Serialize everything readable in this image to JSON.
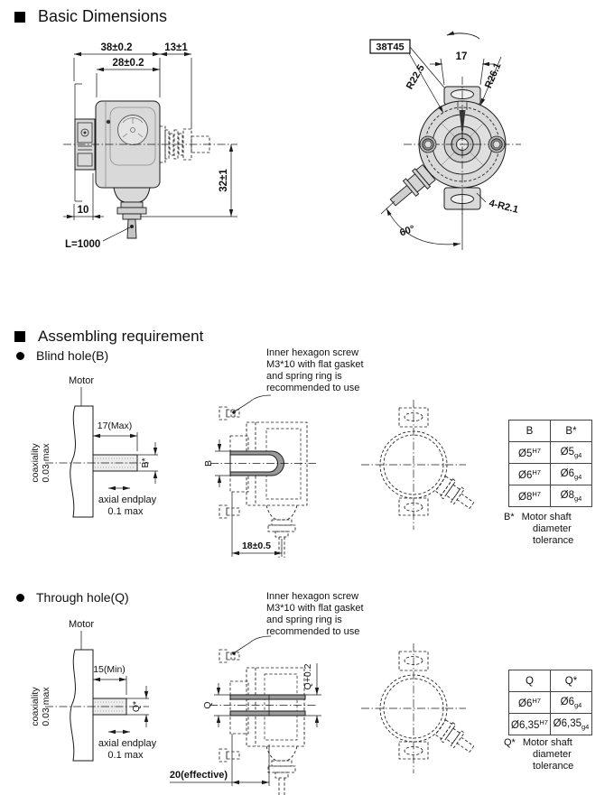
{
  "colors": {
    "line": "#1a1a1a",
    "body_fill": "#d9d9d9",
    "wall_fill": "#9a9a9a"
  },
  "headers": {
    "basic": "Basic Dimensions",
    "assembling": "Assembling requirement",
    "blind": "Blind hole(B)",
    "through": "Through hole(Q)"
  },
  "side_view": {
    "width_total": "38±0.2",
    "width_shaft": "13±1",
    "width_body": "28±0.2",
    "height": "32±1",
    "flange": "10",
    "cable_length": "L=1000"
  },
  "front_view": {
    "model": "38T45",
    "tab_width": "17",
    "radius_inner": "R22.5",
    "radius_outer": "R26.1",
    "corner": "4-R2.1",
    "angle": "60°"
  },
  "shared": {
    "motor": "Motor",
    "coaxiality_line1": "coaxiality",
    "coaxiality_line2": "0.03 max",
    "endplay_line1": "axial endplay",
    "endplay_line2": "0.1 max",
    "note_line1": "Inner hexagon screw",
    "note_line2": "M3*10 with flat gasket",
    "note_line3": "and spring ring is",
    "note_line4": "recommended to use"
  },
  "blind": {
    "shaft_length": "17(Max)",
    "shaft_dia": "B*",
    "hole_label": "B",
    "depth": "18±0.5",
    "table": {
      "col1": "B",
      "col2": "B*",
      "rows": [
        {
          "c1": "Ø5",
          "c1t": "H7",
          "c2": "Ø5",
          "c2t": "g4"
        },
        {
          "c1": "Ø6",
          "c1t": "H7",
          "c2": "Ø6",
          "c2t": "g4"
        },
        {
          "c1": "Ø8",
          "c1t": "H7",
          "c2": "Ø8",
          "c2t": "g4"
        }
      ]
    },
    "caption": {
      "prefix": "B*",
      "line1": "Motor shaft",
      "line2": "diameter",
      "line3": "tolerance"
    }
  },
  "through": {
    "shaft_length": "15(Min)",
    "shaft_dia": "Q*",
    "hole_label": "Q",
    "fit": "Q+0.2",
    "effective": "20(effective)",
    "table": {
      "col1": "Q",
      "col2": "Q*",
      "rows": [
        {
          "c1": "Ø6",
          "c1t": "H7",
          "c2": "Ø6",
          "c2t": "g4"
        },
        {
          "c1": "Ø6,35",
          "c1t": "H7",
          "c2": "Ø6,35",
          "c2t": "g4"
        }
      ]
    },
    "caption": {
      "prefix": "Q*",
      "line1": "Motor shaft",
      "line2": "diameter",
      "line3": "tolerance"
    }
  }
}
